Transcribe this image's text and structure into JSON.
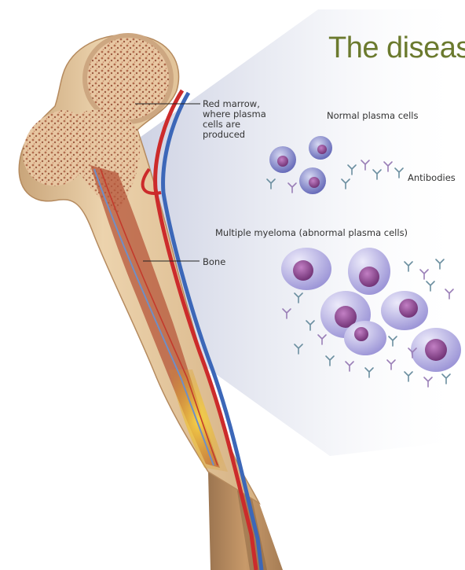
{
  "title": "The diseas",
  "labels": {
    "red_marrow_lines": [
      "Red marrow,",
      "where plasma",
      "cells are",
      "produced"
    ],
    "normal_plasma_cells": "Normal plasma cells",
    "antibodies": "Antibodies",
    "multiple_myeloma": "Multiple myeloma (abnormal plasma cells)",
    "bone": "Bone"
  },
  "colors": {
    "title": "#6b7a2e",
    "bone_outer": "#e2c49a",
    "marrow": "#c98a6a",
    "artery": "#cc2b2b",
    "vein": "#3c67b8",
    "normal_cell": "#8a8fd0",
    "myeloma_cell": "#b6b0e6",
    "nucleus": "#8c4e92"
  }
}
